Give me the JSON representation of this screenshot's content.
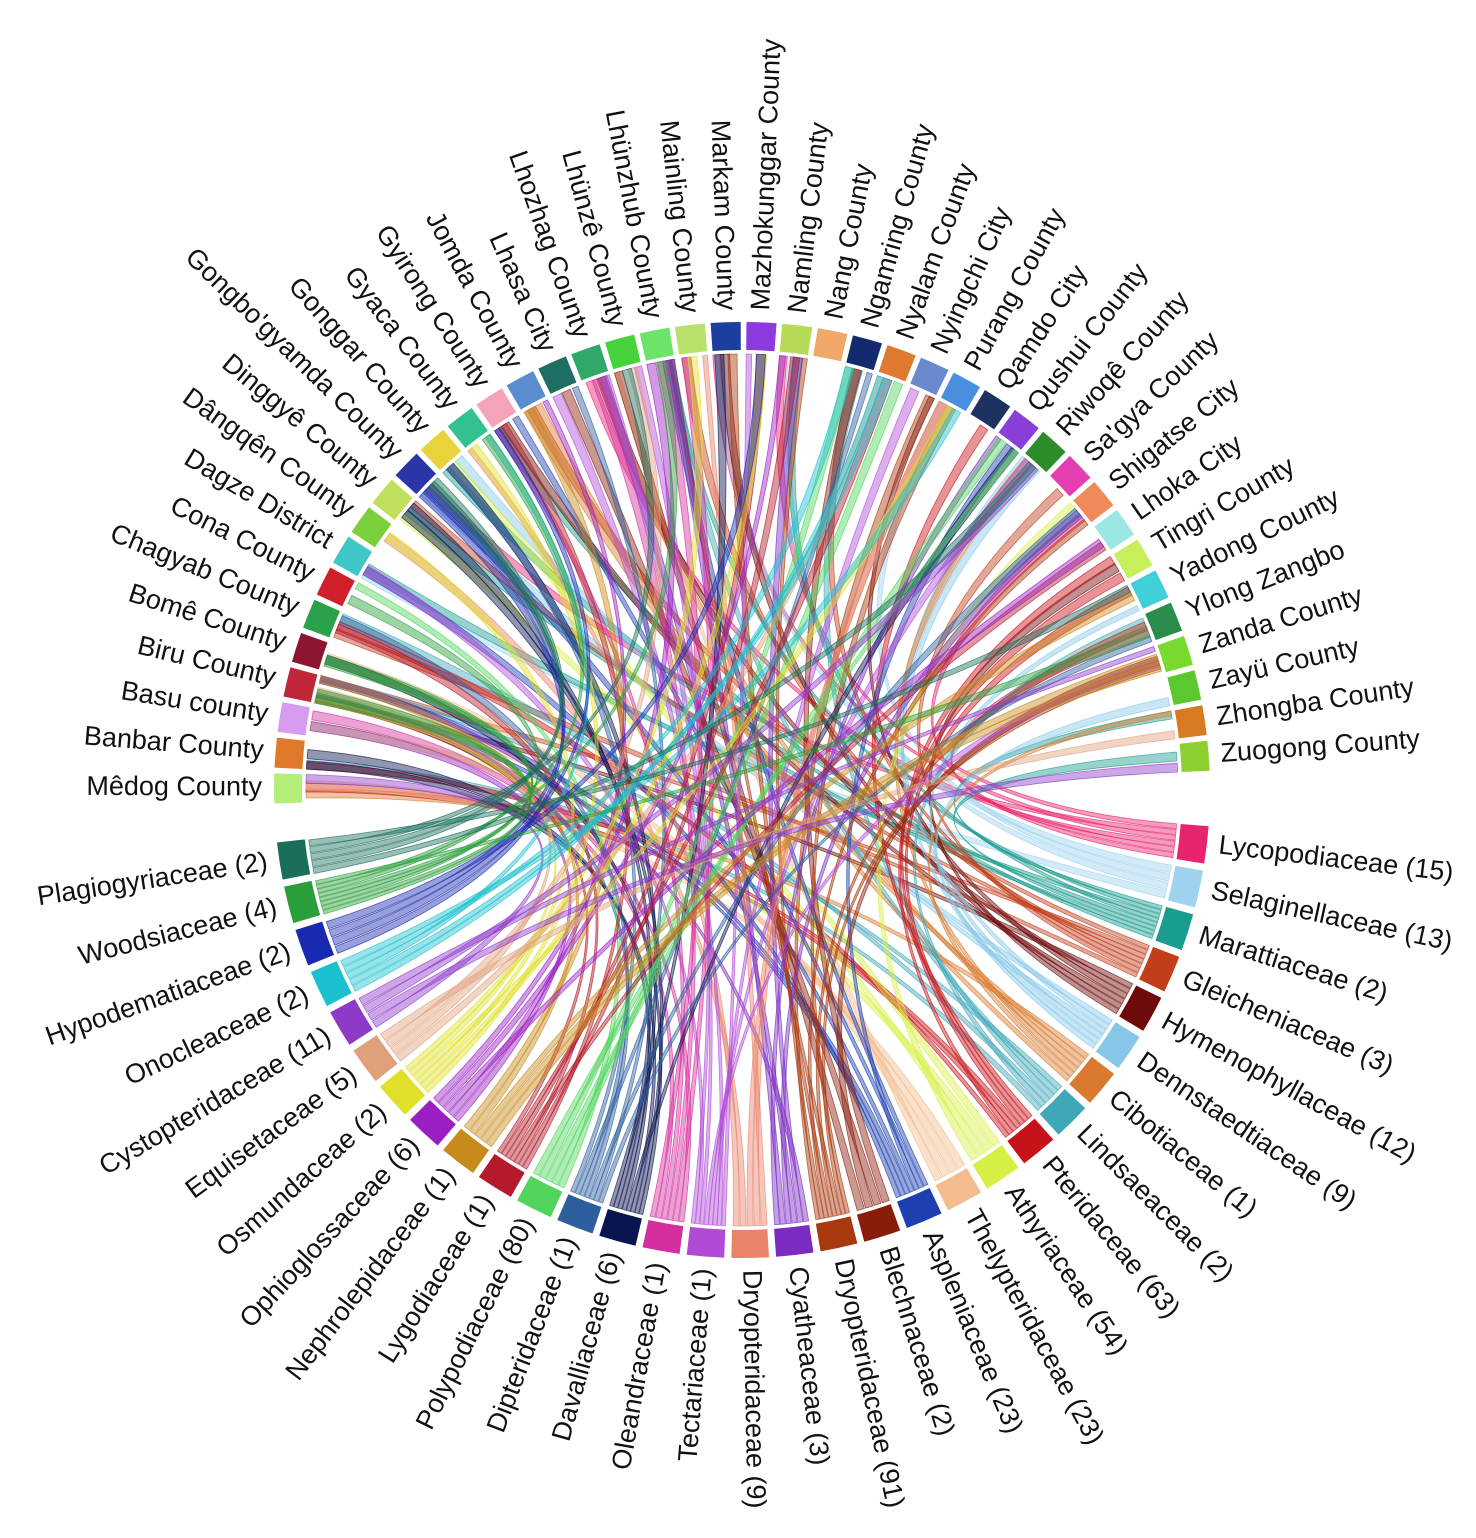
{
  "chart_data": {
    "type": "chord",
    "top_segments": [
      {
        "label": "Mêdog County",
        "color": "#b3ed7a"
      },
      {
        "label": "Banbar County",
        "color": "#e07a2a"
      },
      {
        "label": "Basu county",
        "color": "#d99bef"
      },
      {
        "label": "Biru County",
        "color": "#c0283a"
      },
      {
        "label": "Bomê County",
        "color": "#8e1530"
      },
      {
        "label": "Chagyab County",
        "color": "#2aa14a"
      },
      {
        "label": "Cona County",
        "color": "#cf1f2a"
      },
      {
        "label": "Dagze District",
        "color": "#3ec7c4"
      },
      {
        "label": "Dângqên County",
        "color": "#7bcf3a"
      },
      {
        "label": "Dinggyê County",
        "color": "#bfe05a"
      },
      {
        "label": "Gongbo'gyamda County",
        "color": "#2a36a8"
      },
      {
        "label": "Gonggar County",
        "color": "#e9d23a"
      },
      {
        "label": "Gyaca County",
        "color": "#33c28f"
      },
      {
        "label": "Gyirong County",
        "color": "#f4a3b8"
      },
      {
        "label": "Jomda County",
        "color": "#5a8cd0"
      },
      {
        "label": "Lhasa City",
        "color": "#1e6e63"
      },
      {
        "label": "Lhozhag County",
        "color": "#2fa86a"
      },
      {
        "label": "Lhünzê County",
        "color": "#45d23a"
      },
      {
        "label": "Lhünzhub County",
        "color": "#6ee36a"
      },
      {
        "label": "Mainling County",
        "color": "#b8e06a"
      },
      {
        "label": "Markam County",
        "color": "#1c3f9e"
      },
      {
        "label": "Mazhokunggar County",
        "color": "#8b3be0"
      },
      {
        "label": "Namling County",
        "color": "#b6d957"
      },
      {
        "label": "Nang County",
        "color": "#f0a86a"
      },
      {
        "label": "Ngamring County",
        "color": "#142a6e"
      },
      {
        "label": "Nyalam County",
        "color": "#e07a30"
      },
      {
        "label": "Nyingchi City",
        "color": "#6a8ad0"
      },
      {
        "label": "Purang County",
        "color": "#4a8ee0"
      },
      {
        "label": "Qamdo City",
        "color": "#1e3260"
      },
      {
        "label": "Qushui County",
        "color": "#8a3fd8"
      },
      {
        "label": "Riwoqê County",
        "color": "#2c8c2a"
      },
      {
        "label": "Sa'gya County",
        "color": "#e33fb0"
      },
      {
        "label": "Shigatse City",
        "color": "#f08a5a"
      },
      {
        "label": "Lhoka City",
        "color": "#9ae8e3"
      },
      {
        "label": "Tingri County",
        "color": "#c6ef5a"
      },
      {
        "label": "Yadong County",
        "color": "#3fd0d8"
      },
      {
        "label": "Ylong Zangbo",
        "color": "#2a8e4a"
      },
      {
        "label": "Zanda County",
        "color": "#78d92e"
      },
      {
        "label": "Zayü County",
        "color": "#5ac82e"
      },
      {
        "label": "Zhongba County",
        "color": "#d87a20"
      },
      {
        "label": "Zuogong County",
        "color": "#8ecf30"
      }
    ],
    "bottom_segments": [
      {
        "label": "Lycopodiaceae (15)",
        "color": "#e8246e"
      },
      {
        "label": "Selaginellaceae (13)",
        "color": "#9ed2ef"
      },
      {
        "label": "Marattiaceae (2)",
        "color": "#1a9c8e"
      },
      {
        "label": "Gleicheniaceae (3)",
        "color": "#c23d1a"
      },
      {
        "label": "Hymenophyllaceae (12)",
        "color": "#6e0a0a"
      },
      {
        "label": "Dennstaedtiaceae (9)",
        "color": "#86c7e8"
      },
      {
        "label": "Cibotiaceae (1)",
        "color": "#d97a2e"
      },
      {
        "label": "Lindsaeaceae (2)",
        "color": "#3ea7b8"
      },
      {
        "label": "Pteridaceae (63)",
        "color": "#c8121a"
      },
      {
        "label": "Athyriaceae (54)",
        "color": "#d7ef45"
      },
      {
        "label": "Thelypteridaceae (23)",
        "color": "#f2bc8e"
      },
      {
        "label": "Aspleniaceae (23)",
        "color": "#1d3fb0"
      },
      {
        "label": "Blechnaceae (2)",
        "color": "#8a1c0a"
      },
      {
        "label": "Dryopteridaceae (91)",
        "color": "#a8380e"
      },
      {
        "label": "Cyatheaceae (3)",
        "color": "#7b2ac2"
      },
      {
        "label": "Dryopteridaceae (9)",
        "color": "#e9836a"
      },
      {
        "label": "Tectariaceae (1)",
        "color": "#b14bd6"
      },
      {
        "label": "Oleandraceae (1)",
        "color": "#d42e9e"
      },
      {
        "label": "Davalliaceae (6)",
        "color": "#0a1450"
      },
      {
        "label": "Dipteridaceae (1)",
        "color": "#2c5e9e"
      },
      {
        "label": "Polypodiaceae (80)",
        "color": "#50d45a"
      },
      {
        "label": "Lygodiaceae (1)",
        "color": "#b31a2a"
      },
      {
        "label": "Nephrolepidaceae (1)",
        "color": "#c88a1a"
      },
      {
        "label": "Ophioglossaceae (6)",
        "color": "#9a1ec2"
      },
      {
        "label": "Osmundaceae (2)",
        "color": "#e0e02a"
      },
      {
        "label": "Equisetaceae (5)",
        "color": "#e0a07a"
      },
      {
        "label": "Cystopteridaceae (11)",
        "color": "#8e3ac8"
      },
      {
        "label": "Onocleaceae (2)",
        "color": "#1ac0d0"
      },
      {
        "label": "Hypodematiaceae (2)",
        "color": "#1a2ab0"
      },
      {
        "label": "Woodsiaceae (4)",
        "color": "#2a9e3a"
      },
      {
        "label": "Plagiogyriaceae (2)",
        "color": "#1a6e5a"
      }
    ]
  }
}
